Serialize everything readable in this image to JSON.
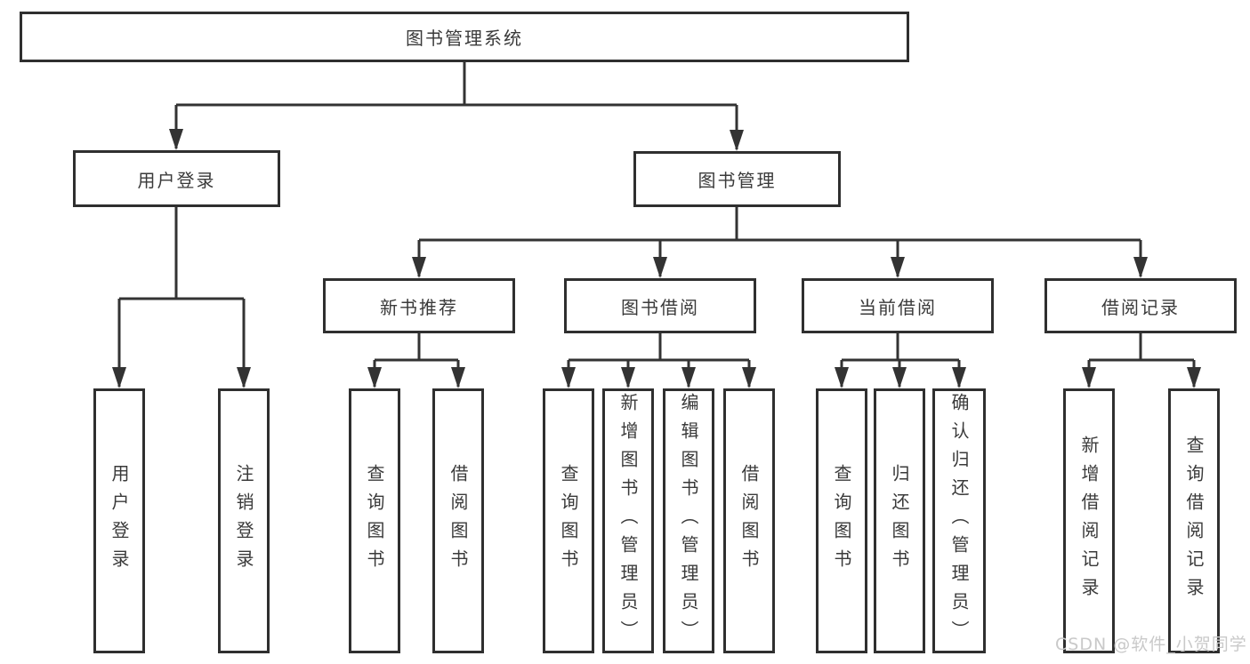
{
  "tree": {
    "root": {
      "label": "图书管理系统"
    },
    "branches": [
      {
        "label": "用户登录",
        "leaves": [
          {
            "label": "用户登录"
          },
          {
            "label": "注销登录"
          }
        ]
      },
      {
        "label": "图书管理",
        "groups": [
          {
            "label": "新书推荐",
            "leaves": [
              {
                "label": "查询图书"
              },
              {
                "label": "借阅图书"
              }
            ]
          },
          {
            "label": "图书借阅",
            "leaves": [
              {
                "label": "查询图书"
              },
              {
                "label": "新增图书（管理员）"
              },
              {
                "label": "编辑图书（管理员）"
              },
              {
                "label": "借阅图书"
              }
            ]
          },
          {
            "label": "当前借阅",
            "leaves": [
              {
                "label": "查询图书"
              },
              {
                "label": "归还图书"
              },
              {
                "label": "确认归还（管理员）"
              }
            ]
          },
          {
            "label": "借阅记录",
            "leaves": [
              {
                "label": "新增借阅记录"
              },
              {
                "label": "查询借阅记录"
              }
            ]
          }
        ]
      }
    ]
  },
  "watermark": {
    "text": "CSDN @软件_小贺同学"
  },
  "colors": {
    "line_color": "#333333",
    "border_color": "#2f2f2f",
    "text_color": "#3a3a3a",
    "watermark_color": "#c9c9c9",
    "background_color": "#ffffff"
  }
}
